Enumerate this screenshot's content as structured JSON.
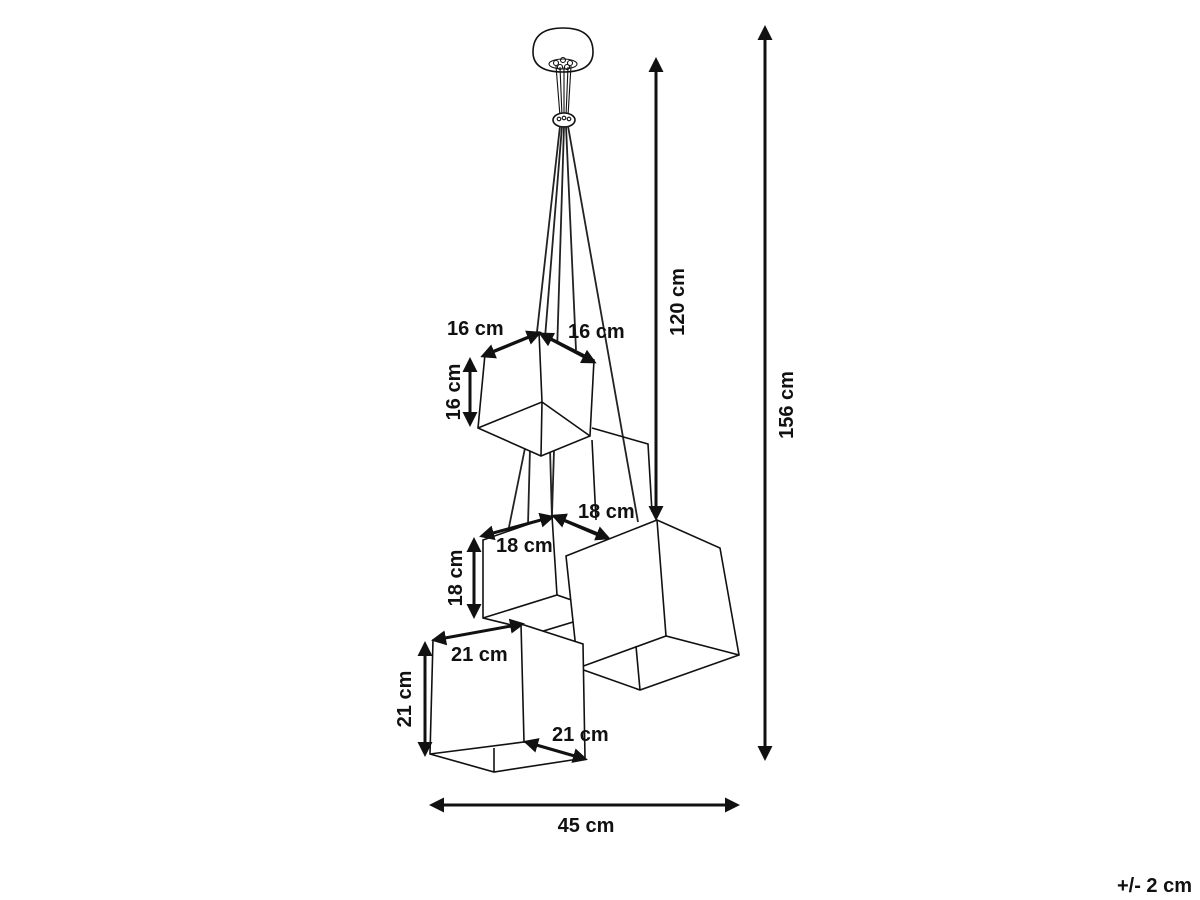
{
  "dimensions": {
    "small_cube_width": "16 cm",
    "small_cube_depth": "16 cm",
    "small_cube_height": "16 cm",
    "medium_cube_width": "18 cm",
    "medium_cube_depth": "18 cm",
    "medium_cube_height": "18 cm",
    "large_cube_width": "21 cm",
    "large_cube_depth": "21 cm",
    "large_cube_height": "21 cm",
    "cord_length": "120 cm",
    "total_height": "156 cm",
    "total_width": "45 cm"
  },
  "tolerance": "+/- 2 cm",
  "colors": {
    "line": "#111111",
    "background": "#ffffff"
  }
}
